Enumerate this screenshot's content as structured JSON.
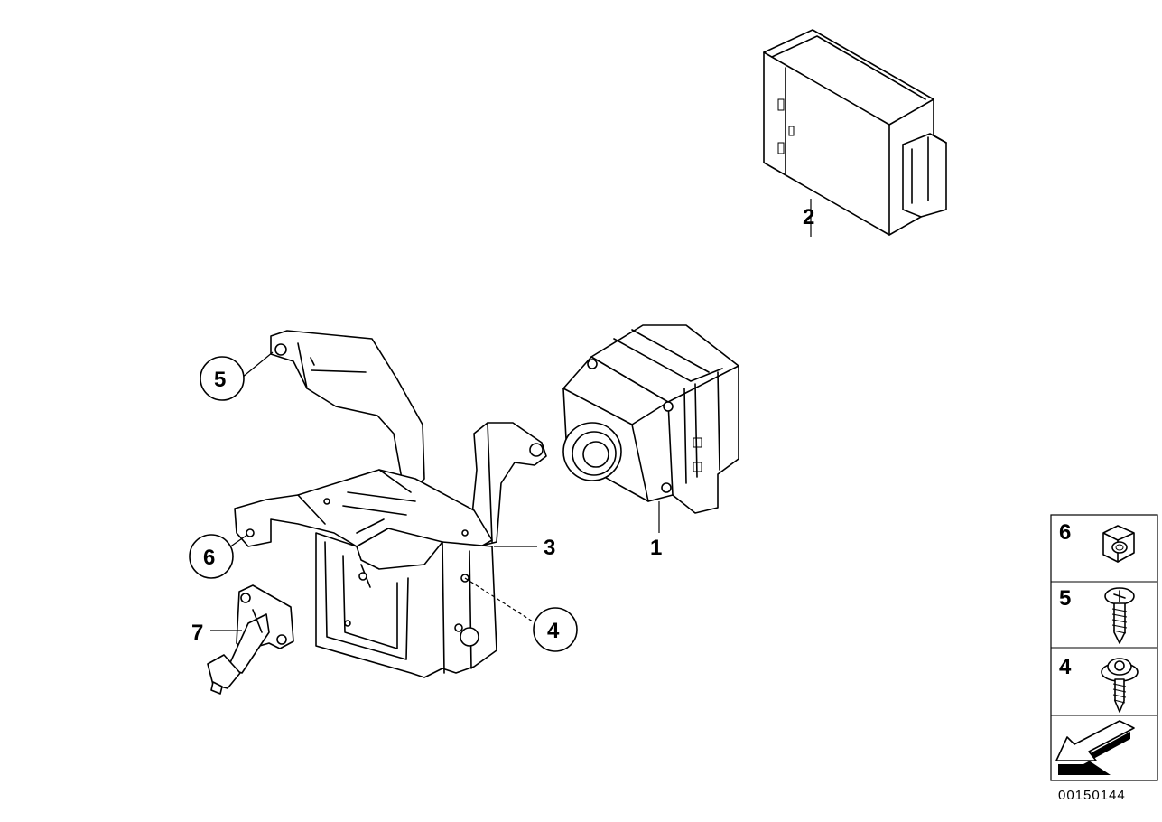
{
  "callouts": {
    "c1": "1",
    "c2": "2",
    "c3": "3",
    "c4": "4",
    "c5": "5",
    "c6": "6",
    "c7": "7"
  },
  "legend": {
    "rows": [
      {
        "num": "6",
        "part": "hex-nut-icon"
      },
      {
        "num": "5",
        "part": "pan-head-screw-icon"
      },
      {
        "num": "4",
        "part": "washer-head-screw-icon"
      }
    ],
    "arrow": "direction-arrow-icon"
  },
  "part_number": "00150144"
}
